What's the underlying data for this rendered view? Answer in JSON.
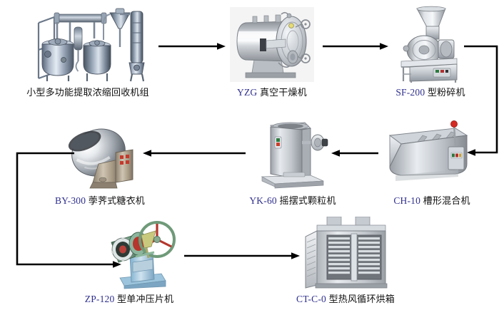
{
  "diagram": {
    "title_visible": false,
    "background": "#ffffff",
    "label_code_color": "#2f2f8f",
    "label_text_color": "#101010",
    "arrow_color": "#000000",
    "nodes": [
      {
        "id": "extraction-unit",
        "code": "",
        "name": "小型多功能提取浓缩回收机组",
        "full_label": "小型多功能提取浓缩回收机组",
        "row": 1,
        "col": 1,
        "icon": "extraction-concentration-unit"
      },
      {
        "id": "vacuum-dryer",
        "code": "YZG",
        "name": "真空干燥机",
        "full_label": "YZG 真空干燥机",
        "row": 1,
        "col": 2,
        "icon": "vacuum-dryer"
      },
      {
        "id": "pulverizer",
        "code": "SF-200",
        "name": "型粉碎机",
        "full_label": "SF-200 型粉碎机",
        "row": 1,
        "col": 3,
        "icon": "pulverizer"
      },
      {
        "id": "coating-machine",
        "code": "BY-300",
        "name": "荸荠式糖衣机",
        "full_label": "BY-300 荸荠式糖衣机",
        "row": 2,
        "col": 1,
        "icon": "coating-pan"
      },
      {
        "id": "granulator",
        "code": "YK-60",
        "name": "摇摆式颗粒机",
        "full_label": "YK-60 摇摆式颗粒机",
        "row": 2,
        "col": 2,
        "icon": "oscillating-granulator"
      },
      {
        "id": "trough-mixer",
        "code": "CH-10",
        "name": "槽形混合机",
        "full_label": "CH-10 槽形混合机",
        "row": 2,
        "col": 3,
        "icon": "trough-mixer"
      },
      {
        "id": "tablet-press",
        "code": "ZP-120",
        "name": "型单冲压片机",
        "full_label": "ZP-120 型单冲压片机",
        "row": 3,
        "col": 1,
        "icon": "single-punch-tablet-press"
      },
      {
        "id": "drying-oven",
        "code": "CT-C-0",
        "name": "型热风循环烘箱",
        "full_label": "CT-C-0 型热风循环烘箱",
        "row": 3,
        "col": 2,
        "icon": "hot-air-circulation-oven"
      }
    ],
    "flow_order": [
      "extraction-unit",
      "vacuum-dryer",
      "pulverizer",
      "trough-mixer",
      "granulator",
      "coating-machine",
      "tablet-press",
      "drying-oven"
    ],
    "connections": [
      {
        "from": "extraction-unit",
        "to": "vacuum-dryer",
        "shape": "straight-right"
      },
      {
        "from": "vacuum-dryer",
        "to": "pulverizer",
        "shape": "straight-right"
      },
      {
        "from": "pulverizer",
        "to": "trough-mixer",
        "shape": "right-down-left"
      },
      {
        "from": "trough-mixer",
        "to": "granulator",
        "shape": "straight-left"
      },
      {
        "from": "granulator",
        "to": "coating-machine",
        "shape": "straight-left"
      },
      {
        "from": "coating-machine",
        "to": "tablet-press",
        "shape": "left-down-right"
      },
      {
        "from": "tablet-press",
        "to": "drying-oven",
        "shape": "straight-right"
      }
    ]
  }
}
